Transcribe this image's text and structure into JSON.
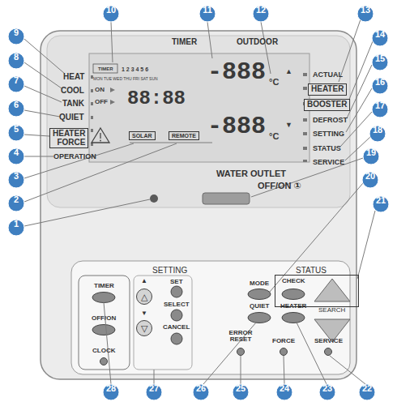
{
  "diagram": {
    "nodes": [
      {
        "text": [
          "1"
        ]
      },
      {
        "text": [
          "2"
        ]
      },
      {
        "text": [
          "3"
        ]
      },
      {
        "text": [
          "4"
        ]
      },
      {
        "text": [
          "5"
        ]
      },
      {
        "text": [
          "6"
        ]
      },
      {
        "text": [
          "7"
        ]
      },
      {
        "text": [
          "8"
        ]
      },
      {
        "text": [
          "9"
        ]
      },
      {
        "text": [
          "10"
        ]
      },
      {
        "text": [
          "11"
        ]
      },
      {
        "text": [
          "12"
        ]
      },
      {
        "text": [
          "13"
        ]
      },
      {
        "text": [
          "14"
        ]
      },
      {
        "text": [
          "15"
        ]
      },
      {
        "text": [
          "16"
        ]
      },
      {
        "text": [
          "17"
        ]
      },
      {
        "text": [
          "18"
        ]
      },
      {
        "text": [
          "19"
        ]
      },
      {
        "text": [
          "20"
        ]
      },
      {
        "text": [
          "21"
        ]
      },
      {
        "text": [
          "22"
        ]
      },
      {
        "text": [
          "23"
        ]
      },
      {
        "text": [
          "24"
        ]
      },
      {
        "text": [
          "25"
        ]
      },
      {
        "text": [
          "26"
        ]
      },
      {
        "text": [
          "27"
        ]
      },
      {
        "text": [
          "28"
        ]
      },
      {
        "text": [
          "HEATER",
          "FORCE"
        ]
      },
      {
        "text": [
          "HEATER"
        ]
      },
      {
        "text": [
          "BOOSTER"
        ]
      },
      {
        "text": [
          "SOLAR"
        ]
      },
      {
        "text": [
          "REMOTE"
        ]
      },
      {
        "text": [
          "CHECK"
        ]
      }
    ],
    "labels": [
      "TIMER",
      "OUTDOOR",
      "ACTUAL",
      "DEFROST",
      "SETTING",
      "STATUS",
      "SERVICE",
      "HEAT",
      "COOL",
      "TANK",
      "QUIET",
      "OPERATION",
      "WATER OUTLET",
      "OFF/ON ①",
      "TIMER",
      "1 2 3 4 5 6",
      "MON TUE WED THU FRI SAT SUN",
      "ON",
      "OFF",
      "88:88",
      "-888",
      "°C",
      "-888",
      "°C",
      "▲",
      "▼",
      "SETTING",
      "STATUS",
      "TIMER",
      "OFF/ON",
      "CLOCK",
      "▲",
      "△",
      "▼",
      "▽",
      "SET",
      "SELECT",
      "CANCEL",
      "MODE",
      "QUIET",
      "ERROR RESET",
      "HEATER",
      "SEARCH",
      "FORCE",
      "SERVICE"
    ]
  }
}
